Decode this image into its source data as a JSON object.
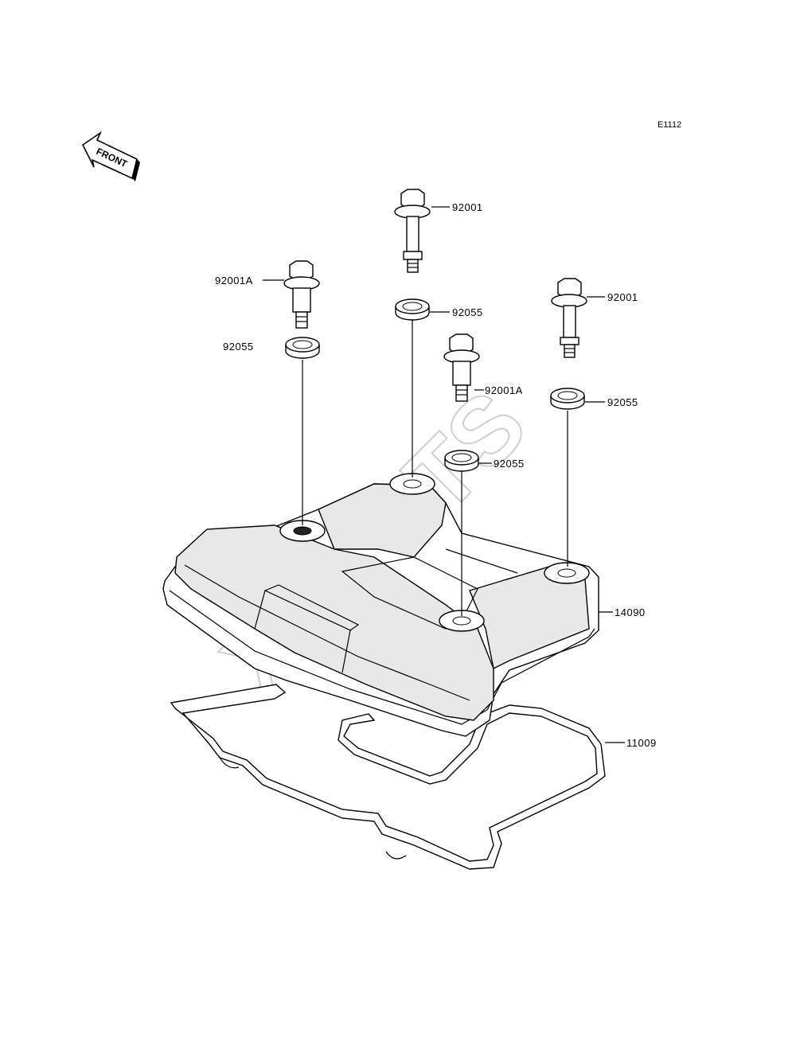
{
  "diagram_code": "E1112",
  "direction_label": "FRONT",
  "watermark": "XPARTS",
  "labels": {
    "bolt_top_center": "92001",
    "bolt_left": "92001A",
    "washer_top_center": "92055",
    "bolt_right": "92001",
    "washer_left": "92055",
    "bolt_middle": "92001A",
    "washer_right": "92055",
    "washer_middle": "92055",
    "cylinder_head_cover": "14090",
    "gasket": "11009"
  }
}
